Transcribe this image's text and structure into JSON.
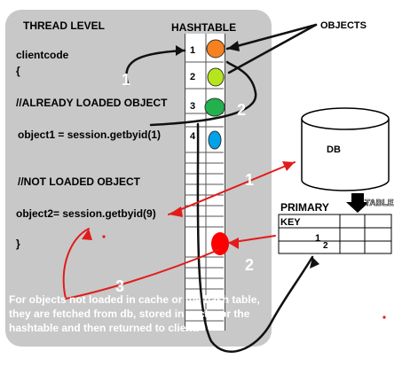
{
  "thread": {
    "title": "THREAD LEVEL",
    "code_lines": [
      "clientcode",
      "{",
      "//ALREADY LOADED OBJECT",
      "object1 =  session.getbyid(1)",
      "//NOT LOADED OBJECT",
      "object2= session.getbyid(9)",
      "}"
    ]
  },
  "hashtable": {
    "title": "HASHTABLE",
    "slots": [
      "1",
      "2",
      "3",
      "4"
    ],
    "object_colors": [
      "#f5821f",
      "#b5e61d",
      "#22b14c",
      "#00a2e8"
    ],
    "new_object_color": "#ff0000"
  },
  "objects_label": "OBJECTS",
  "db": {
    "label": "DB"
  },
  "primary_table": {
    "primary": "PRIMARY",
    "table": "TABLE",
    "key": "KEY",
    "v1": "1",
    "v2": "2"
  },
  "step_labels": {
    "loaded_1": "1",
    "loaded_2": "2",
    "db_1": "1",
    "db_2": "2",
    "db_3": "3"
  },
  "note": "For objects not loaded in cache or the hash table, they are fetched from db, stored in cache or the hashtable and then returned to client."
}
